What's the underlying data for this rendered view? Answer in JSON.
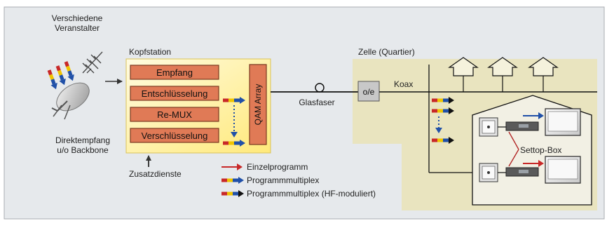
{
  "labels": {
    "source_line1": "Verschiedene",
    "source_line2": "Veranstalter",
    "headend_title": "Kopfstation",
    "cell_title": "Zelle (Quartier)",
    "direct_line1": "Direktempfang",
    "direct_line2": "u/o Backbone",
    "additional_services": "Zusatzdienste",
    "fiber": "Glasfaser",
    "coax": "Koax",
    "oe": "o/e",
    "settop": "Settop-Box",
    "qam": "QAM Array"
  },
  "headend_blocks": [
    "Empfang",
    "Entschlüsselung",
    "Re-MUX",
    "Verschlüsselung"
  ],
  "legend": [
    {
      "type": "single",
      "label": "Einzelprogramm"
    },
    {
      "type": "multiplex",
      "label": "Programmmultiplex"
    },
    {
      "type": "multiplex-hf",
      "label": "Programmmultiplex (HF-moduliert)"
    }
  ],
  "colors": {
    "panel_bg": "#e6e9ec",
    "block_fill": "#e07a56",
    "block_stroke": "#7a3a22",
    "headend_fill": "#fff4b0",
    "cell_fill": "#e9e4bf",
    "red": "#c82828",
    "blue": "#2050a8",
    "yellow": "#f0c400"
  }
}
